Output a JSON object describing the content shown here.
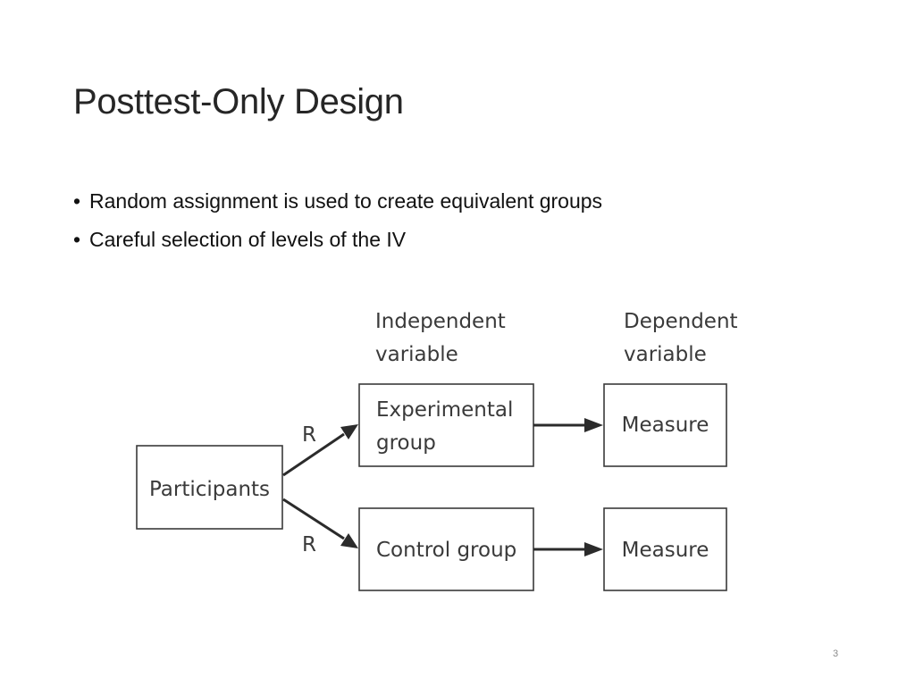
{
  "slide": {
    "title": "Posttest-Only Design",
    "bullets": [
      "Random assignment is used to create equivalent groups",
      "Careful selection of levels of the IV"
    ],
    "bullet_glyph": "•",
    "page_number": "3"
  },
  "diagram": {
    "header_independent": [
      "Independent",
      "variable"
    ],
    "header_dependent": [
      "Dependent",
      "variable"
    ],
    "participants": "Participants",
    "experimental_group": [
      "Experimental",
      "group"
    ],
    "control_group": "Control group",
    "measure_top": "Measure",
    "measure_bottom": "Measure",
    "assignment_top": "R",
    "assignment_bottom": "R"
  }
}
